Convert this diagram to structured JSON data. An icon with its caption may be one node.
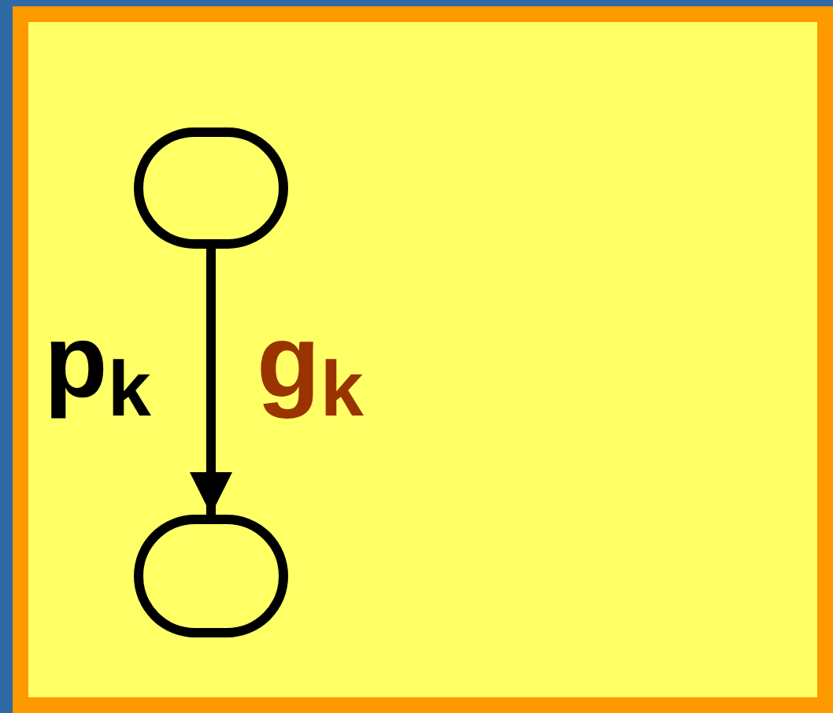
{
  "diagram": {
    "nodes": [
      {
        "text": [],
        "shape": "circle"
      },
      {
        "text": [],
        "shape": "circle"
      }
    ],
    "edges": [
      {
        "from": 0,
        "to": 1,
        "arrow": "to"
      }
    ],
    "labels": [
      "p$_{k}$",
      "g$_{k}$"
    ]
  }
}
